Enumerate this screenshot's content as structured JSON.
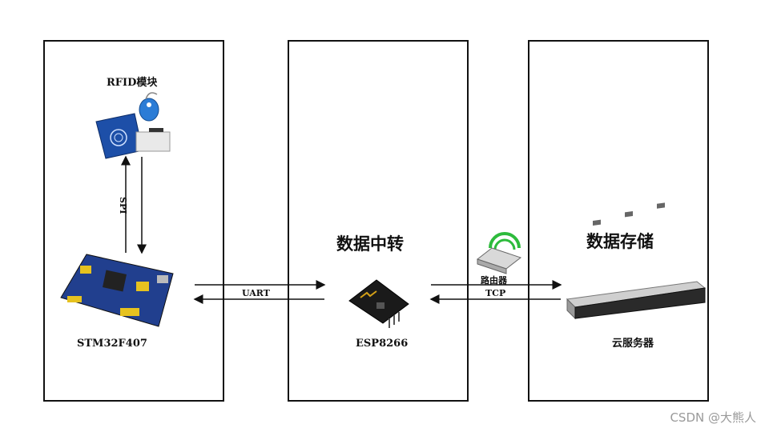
{
  "panels": {
    "left": {
      "rfid_label": "RFID模块",
      "spi_label": "SPI",
      "mcu_label": "STM32F407"
    },
    "middle": {
      "title": "数据中转",
      "wifi_label": "ESP8266"
    },
    "right": {
      "title": "数据存储",
      "server_label": "云服务器"
    }
  },
  "links": {
    "uart": "UART",
    "router": "路由器",
    "tcp": "TCP"
  },
  "watermark": "CSDN @大熊人"
}
